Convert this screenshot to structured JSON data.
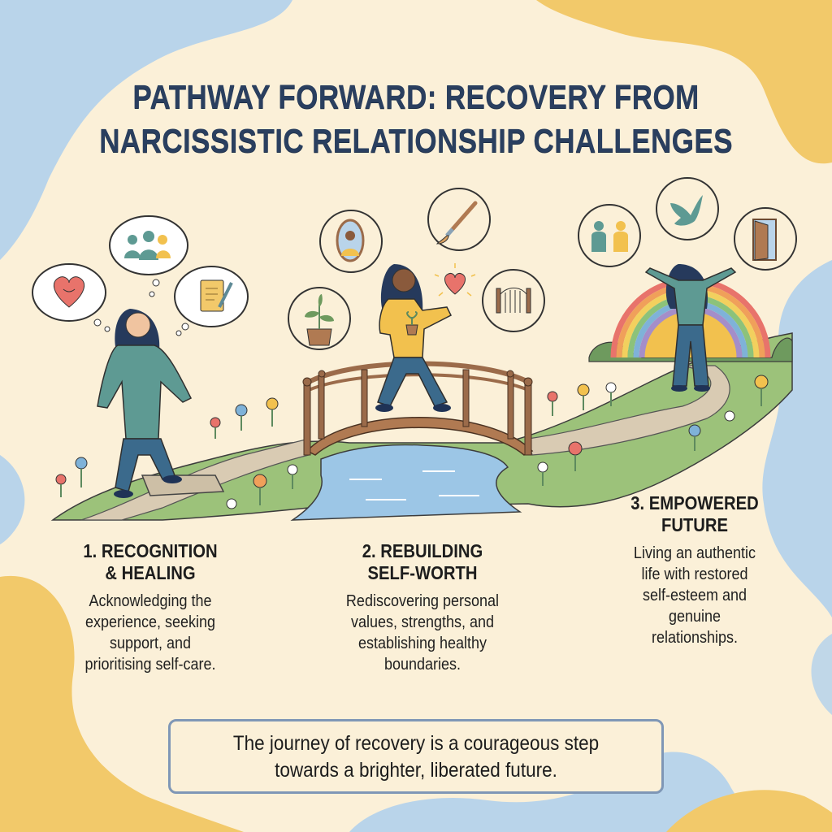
{
  "title": {
    "line1": "PATHWAY FORWARD: RECOVERY FROM",
    "line2": "NARCISSISTIC RELATIONSHIP CHALLENGES"
  },
  "colors": {
    "background": "#fbf0d8",
    "blob_blue": "#b9d4ea",
    "blob_yellow": "#f2c96a",
    "title": "#2a3f5f",
    "quote_border": "#7f97b6",
    "grass": "#9cc27a",
    "water": "#9cc6e6",
    "wood": "#9b6b4a"
  },
  "steps": [
    {
      "title_line1": "1. RECOGNITION",
      "title_line2": "& HEALING",
      "desc_lines": [
        "Acknowledging the",
        "experience, seeking",
        "support, and",
        "prioritising self-care."
      ],
      "icons": [
        "smiling-heart-icon",
        "support-group-icon",
        "journal-pen-icon"
      ]
    },
    {
      "title_line1": "2. REBUILDING",
      "title_line2": "SELF-WORTH",
      "desc_lines": [
        "Rediscovering personal",
        "values, strengths, and",
        "establishing healthy",
        "boundaries."
      ],
      "icons": [
        "mirror-portrait-icon",
        "paintbrush-icon",
        "potted-plant-icon",
        "gate-icon",
        "glowing-heart-icon"
      ]
    },
    {
      "title_line1": "3. EMPOWERED",
      "title_line2": "FUTURE",
      "desc_lines": [
        "Living an authentic",
        "life with restored",
        "self-esteem and",
        "genuine",
        "relationships."
      ],
      "icons": [
        "holding-hands-icon",
        "dove-icon",
        "open-door-icon",
        "rainbow-icon",
        "sun-icon"
      ]
    }
  ],
  "quote": {
    "line1": "The journey of recovery is a courageous step",
    "line2": "towards a brighter, liberated future."
  }
}
